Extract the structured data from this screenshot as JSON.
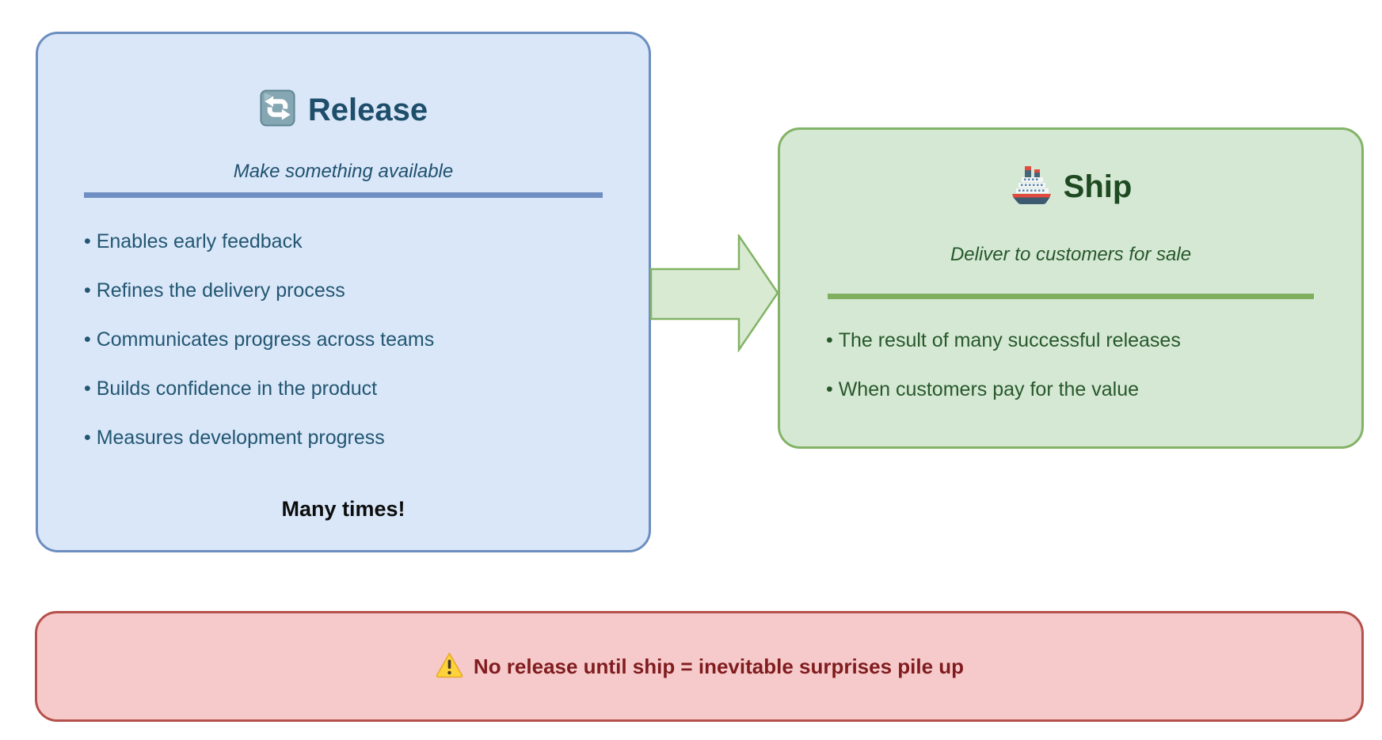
{
  "release_box": {
    "icon": "counterclockwise-arrows-icon",
    "title": "Release",
    "subtitle": "Make something available",
    "bullets": [
      "Enables early feedback",
      "Refines the delivery process",
      "Communicates progress across teams",
      "Builds confidence in the product",
      "Measures development progress"
    ],
    "footer": "Many times!",
    "colors": {
      "fill": "#d9e7f9",
      "border": "#6c8ebf",
      "divider": "#6f8ec1",
      "title_text": "#1f4e6b",
      "body_text": "#235671",
      "footer_text": "#0d0d0d"
    }
  },
  "arrow": {
    "name": "release-to-ship-arrow",
    "direction": "right",
    "fill": "#d9ead3",
    "stroke": "#82b366"
  },
  "ship_box": {
    "icon": "ship-icon",
    "title": "Ship",
    "subtitle": "Deliver to customers for sale",
    "bullets": [
      "The result of many successful releases",
      "When customers pay for the value"
    ],
    "colors": {
      "fill": "#d5e8d4",
      "border": "#82b366",
      "divider": "#7fae5e",
      "title_text": "#1e4a22",
      "body_text": "#27582b"
    }
  },
  "warning_banner": {
    "icon": "warning-icon",
    "text": "No release until ship = inevitable surprises pile up",
    "colors": {
      "fill": "#f6caca",
      "border": "#b5514c",
      "text": "#801c1f"
    }
  }
}
